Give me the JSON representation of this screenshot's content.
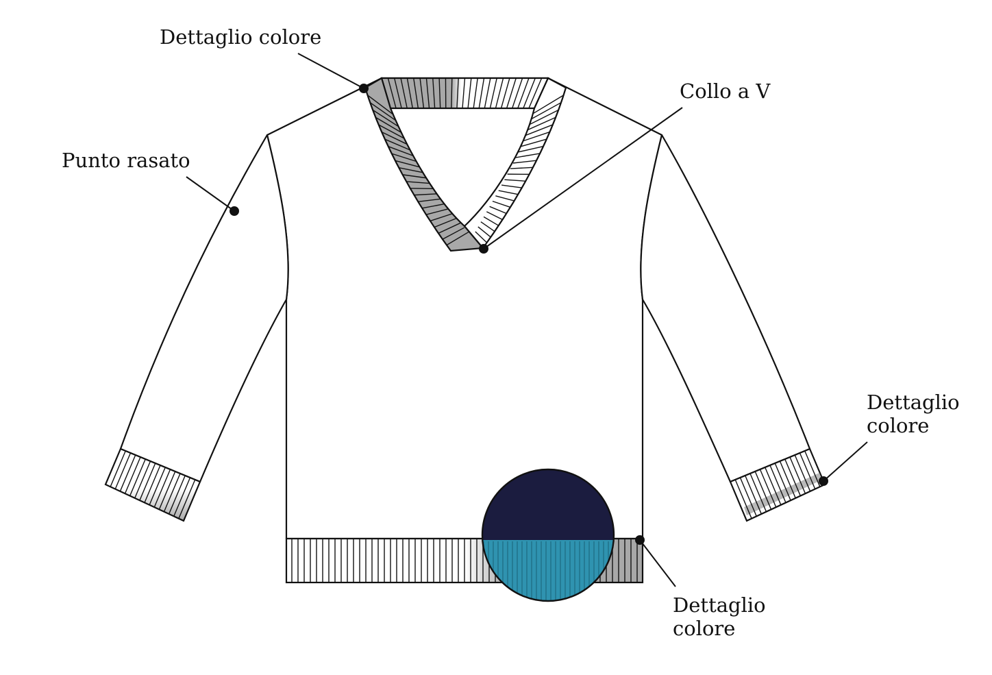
{
  "labels": {
    "neck_detail": "Dettaglio colore",
    "v_neck": "Collo a V",
    "stitch": "Punto rasato",
    "cuff_detail": [
      "Dettaglio",
      "colore"
    ],
    "hem_detail": [
      "Dettaglio",
      "colore"
    ]
  },
  "colors": {
    "outline": "#111111",
    "rib_grey": "#a8a8a8",
    "swatch_navy": "#1b1c3f",
    "swatch_teal": "#2f93b0"
  }
}
